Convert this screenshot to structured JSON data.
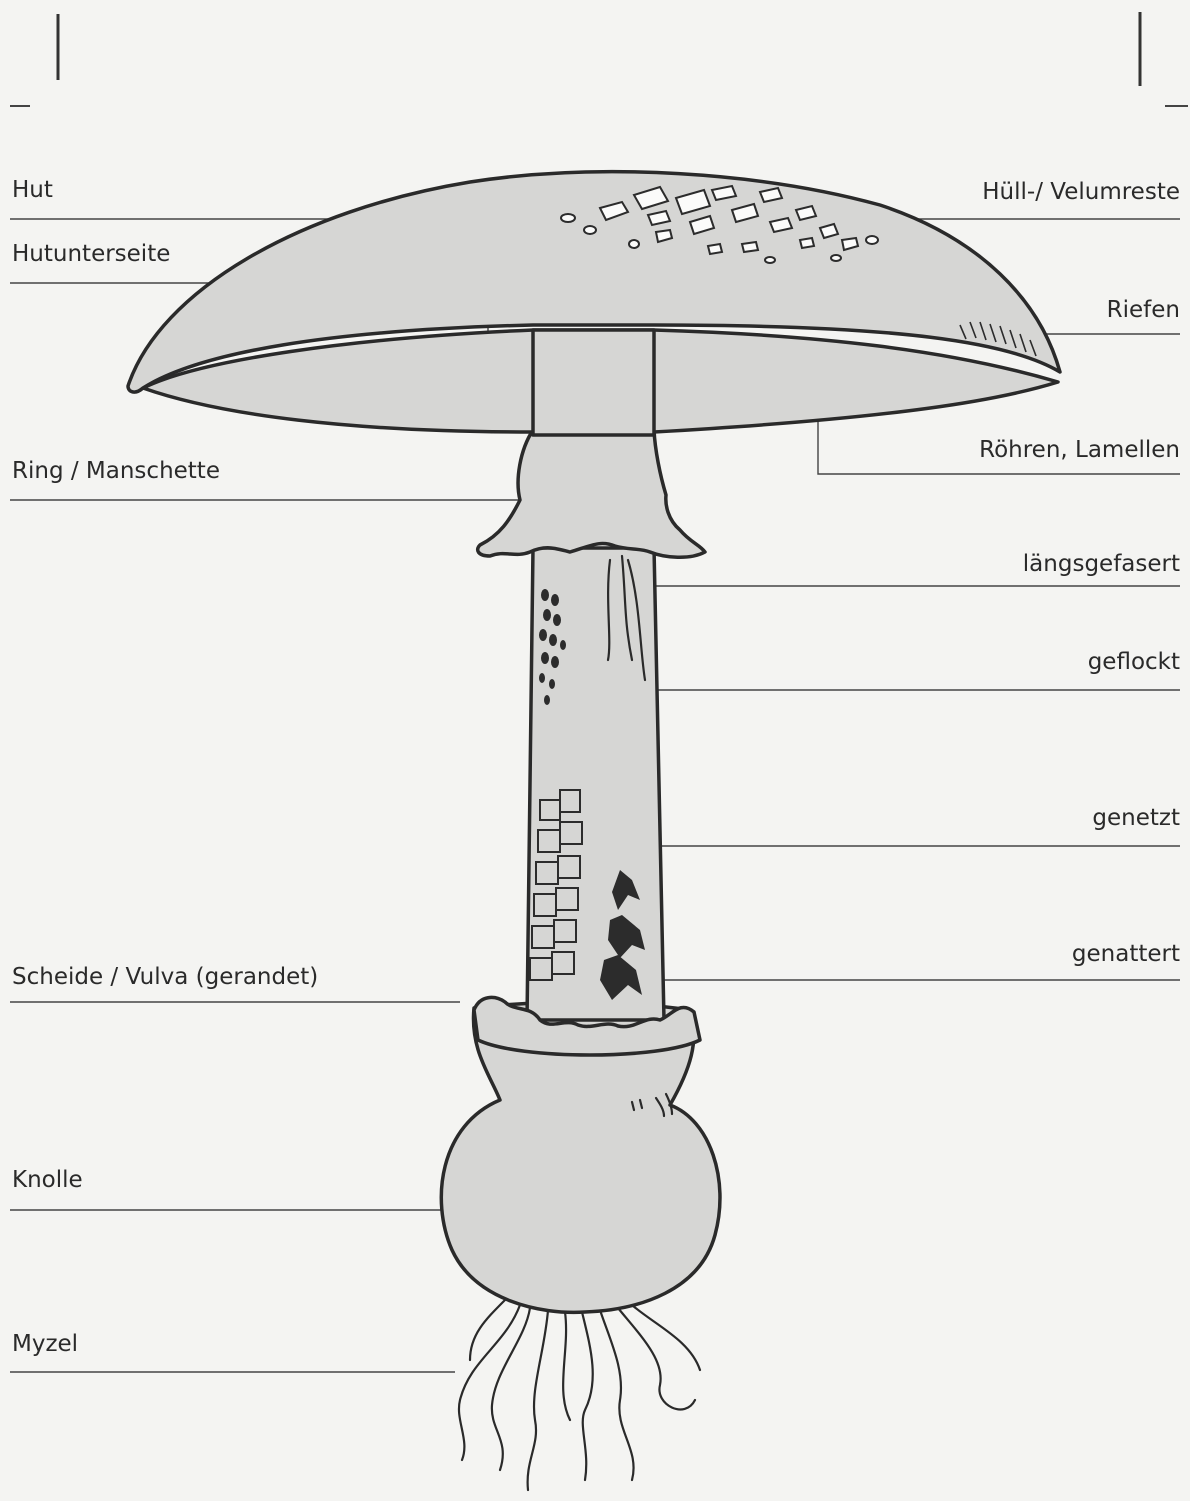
{
  "labels_left": [
    {
      "id": "hut",
      "text": "Hut"
    },
    {
      "id": "hutunterseite",
      "text": "Hutunterseite"
    },
    {
      "id": "ring",
      "text": "Ring / Manschette"
    },
    {
      "id": "scheide",
      "text": "Scheide / Vulva (gerandet)"
    },
    {
      "id": "knolle",
      "text": "Knolle"
    },
    {
      "id": "myzel",
      "text": "Myzel"
    }
  ],
  "labels_right": [
    {
      "id": "velumreste",
      "text": "Hüll-/ Velumreste"
    },
    {
      "id": "riefen",
      "text": "Riefen"
    },
    {
      "id": "roehren",
      "text": "Röhren, Lamellen"
    },
    {
      "id": "laengsgefasert",
      "text": "längsgefasert"
    },
    {
      "id": "geflockt",
      "text": "geflockt"
    },
    {
      "id": "genetzt",
      "text": "genetzt"
    },
    {
      "id": "genattert",
      "text": "genattert"
    }
  ]
}
